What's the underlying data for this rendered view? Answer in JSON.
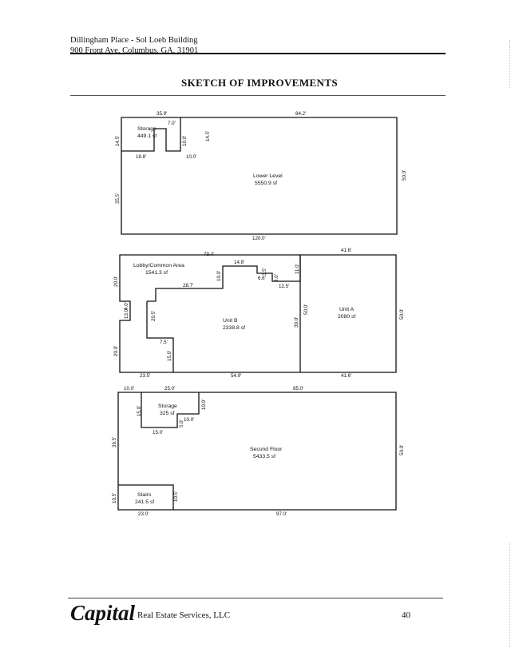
{
  "header": {
    "line1": "Dillingham Place - Sol Loeb Building",
    "line2": "900 Front Ave, Columbus, GA, 31901"
  },
  "title": "SKETCH OF IMPROVEMENTS",
  "lower_level": {
    "storage_name": "Storage",
    "storage_area": "449.1 sf",
    "area_name": "Lower Level",
    "area_size": "5550.9 sf",
    "dims": {
      "top_left": "35.9'",
      "top_right": "84.2'",
      "notch_top": "7.0'",
      "left_upper": "14.5'",
      "notch_inner_left": "10.0'",
      "notch_right": "14.5'",
      "storage_bottom": "18.8'",
      "notch_bottom": "10.0'",
      "left_lower": "35.5'",
      "right": "50.0'",
      "bottom": "120.0'"
    }
  },
  "main_level": {
    "lobby_name": "Lobby/Common Area",
    "lobby_area": "1541.3 sf",
    "unitb_name": "Unit B",
    "unitb_area": "2338.8 sf",
    "unita_name": "Unit A",
    "unita_area": "2080 sf",
    "dims": {
      "top_left": "79.4'",
      "top_right": "41.6'",
      "step_top": "14.8'",
      "step_right_small": "3.5'",
      "step_mid": "6.6'",
      "step_small2": "3.0'",
      "step_right": "11.0'",
      "step_bottom": "12.5'",
      "step_left": "10.0'",
      "step_floor": "28.7'",
      "left_top": "20.0'",
      "notch_4": "4.0'",
      "notch_13": "13.0'",
      "inner_20": "20.5'",
      "inner_7": "7.5'",
      "inner_15": "15.0'",
      "left_bottom": "20.0'",
      "divider_a": "39.0'",
      "divider_b": "50.0'",
      "right": "50.0'",
      "bottom_left": "23.5'",
      "bottom_mid": "54.9'",
      "bottom_right": "41.6'"
    }
  },
  "second_floor": {
    "storage_name": "Storage",
    "storage_area": "325 sf",
    "stairs_name": "Stairs",
    "stairs_area": "241.5 sf",
    "area_name": "Second Floor",
    "area_size": "5433.5 sf",
    "dims": {
      "top_a": "10.0'",
      "top_b": "25.0'",
      "top_c": "85.0'",
      "storage_left": "15.0'",
      "storage_right": "10.0'",
      "storage_step": "10.0'",
      "storage_step_v": "5.0'",
      "storage_bottom": "15.0'",
      "left": "39.5'",
      "right": "50.0'",
      "stairs_left": "10.5'",
      "stairs_right": "10.5'",
      "bottom_left": "23.0'",
      "bottom_right": "97.0'"
    }
  },
  "footer": {
    "brand": "Capital",
    "company": "Real Estate Services, LLC",
    "page": "40"
  }
}
